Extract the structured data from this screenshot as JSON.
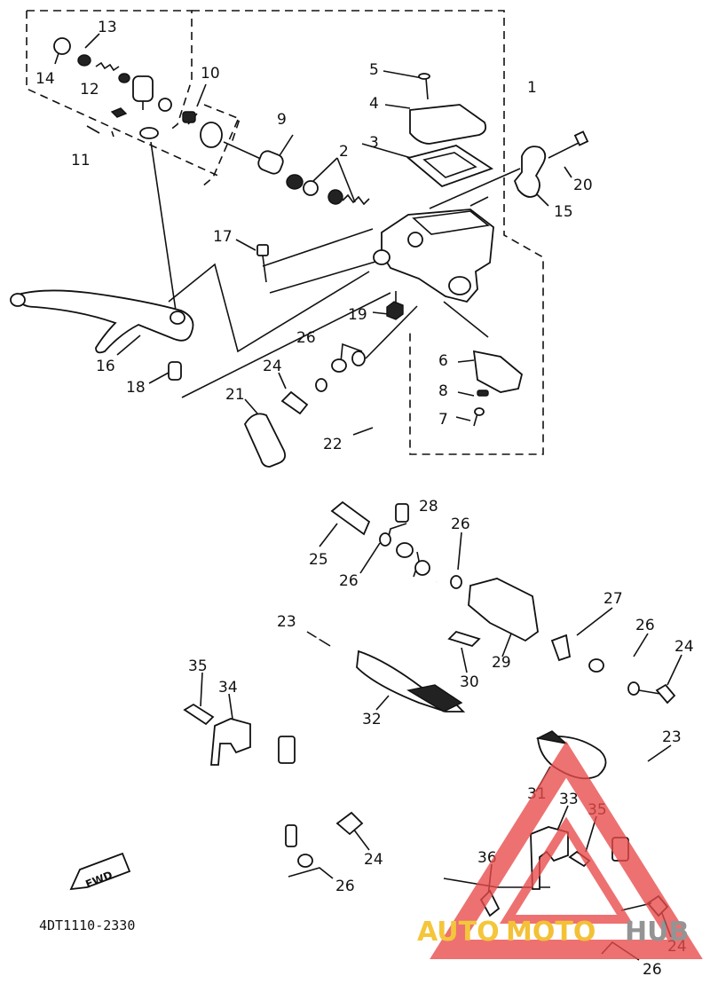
{
  "diagram": {
    "part_callouts": [
      "1",
      "2",
      "3",
      "4",
      "5",
      "6",
      "7",
      "8",
      "9",
      "10",
      "11",
      "12",
      "13",
      "14",
      "15",
      "16",
      "17",
      "18",
      "19",
      "20",
      "21",
      "22",
      "23",
      "24",
      "25",
      "26",
      "27",
      "28",
      "29",
      "30",
      "31",
      "32",
      "33",
      "34",
      "35",
      "36"
    ],
    "drawing_code": "4DT1110-2330",
    "direction_marker": "FWD"
  },
  "watermark": {
    "left": "AUTO",
    "middle": "MOTO",
    "right": "HUB",
    "colors": {
      "triangle": "#e84a4a",
      "left": "#f2b705",
      "middle": "#f0b000",
      "right": "#777777"
    }
  }
}
